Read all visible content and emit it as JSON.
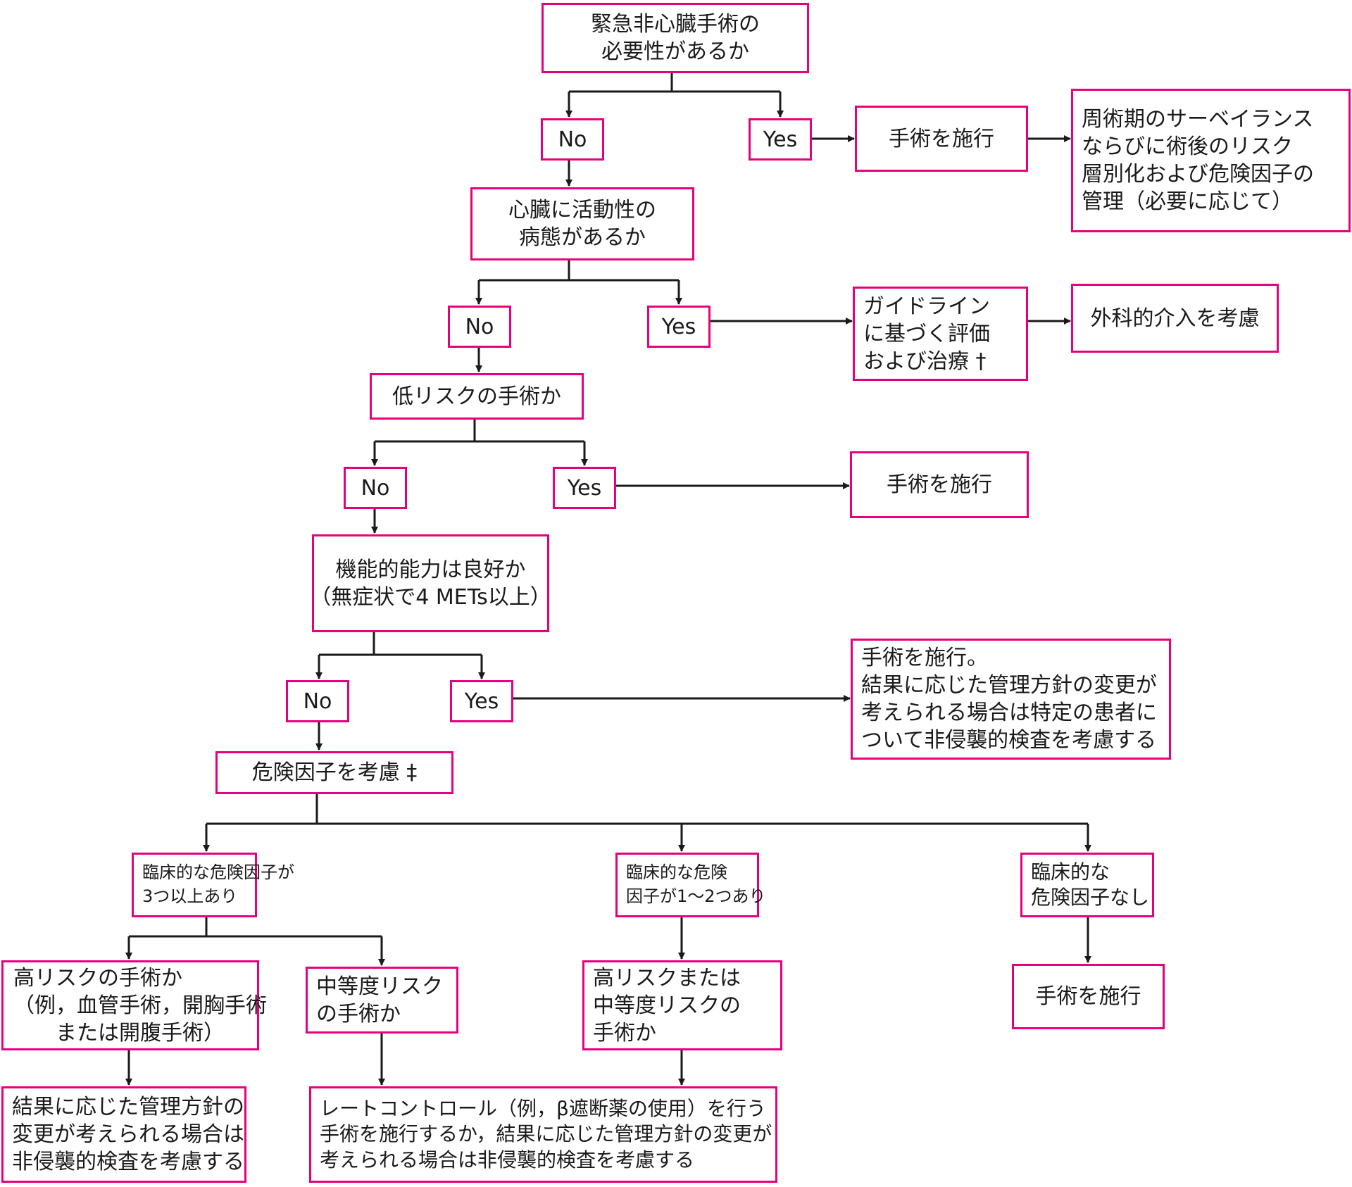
{
  "colors": {
    "border": "#e6007e",
    "line": "#1a1a1a",
    "text": "#1a1a1a"
  },
  "nodes": {
    "q1": [
      "緊急非心臓手術の",
      "必要性があるか"
    ],
    "q1_no": [
      "No"
    ],
    "q1_yes": [
      "Yes"
    ],
    "q1_yes_action": [
      "手術を施行"
    ],
    "q1_yes_result": [
      "周術期のサーベイランス",
      "ならびに術後のリスク",
      "層別化および危険因子の",
      "管理（必要に応じて）"
    ],
    "q2": [
      "心臓に活動性の",
      "病態があるか"
    ],
    "q2_no": [
      "No"
    ],
    "q2_yes": [
      "Yes"
    ],
    "q2_yes_action": [
      "ガイドライン",
      "に基づく評価",
      "および治療 †"
    ],
    "q2_yes_result": [
      "外科的介入を考慮"
    ],
    "q3": [
      "低リスクの手術か"
    ],
    "q3_no": [
      "No"
    ],
    "q3_yes": [
      "Yes"
    ],
    "q3_yes_action": [
      "手術を施行"
    ],
    "q4": [
      "機能的能力は良好か",
      "（無症状で4 METs以上）"
    ],
    "q4_no": [
      "No"
    ],
    "q4_yes": [
      "Yes"
    ],
    "q4_yes_action": [
      "手術を施行。",
      "結果に応じた管理方針の変更が",
      "考えられる場合は特定の患者に",
      "ついて非侵襲的検査を考慮する"
    ],
    "risk": [
      "危険因子を考慮 ‡"
    ],
    "rf3": [
      "臨床的な危険因子が",
      "3つ以上あり"
    ],
    "rf12": [
      "臨床的な危険",
      "因子が1～2つあり"
    ],
    "rf0": [
      "臨床的な",
      "危険因子なし"
    ],
    "high_risk_q": [
      "高リスクの手術か",
      "（例，血管手術，開胸手術",
      "　　または開腹手術）"
    ],
    "mid_risk_q": [
      "中等度リスク",
      "の手術か"
    ],
    "highmid_q": [
      "高リスクまたは",
      "中等度リスクの",
      "手術か"
    ],
    "rf0_action": [
      "手術を施行"
    ],
    "high_result": [
      "結果に応じた管理方針の",
      "変更が考えられる場合は",
      "非侵襲的検査を考慮する"
    ],
    "rate_result": [
      "レートコントロール（例，β遮断薬の使用）を行う",
      "手術を施行するか，結果に応じた管理方針の変更が",
      "考えられる場合は非侵襲的検査を考慮する"
    ]
  }
}
